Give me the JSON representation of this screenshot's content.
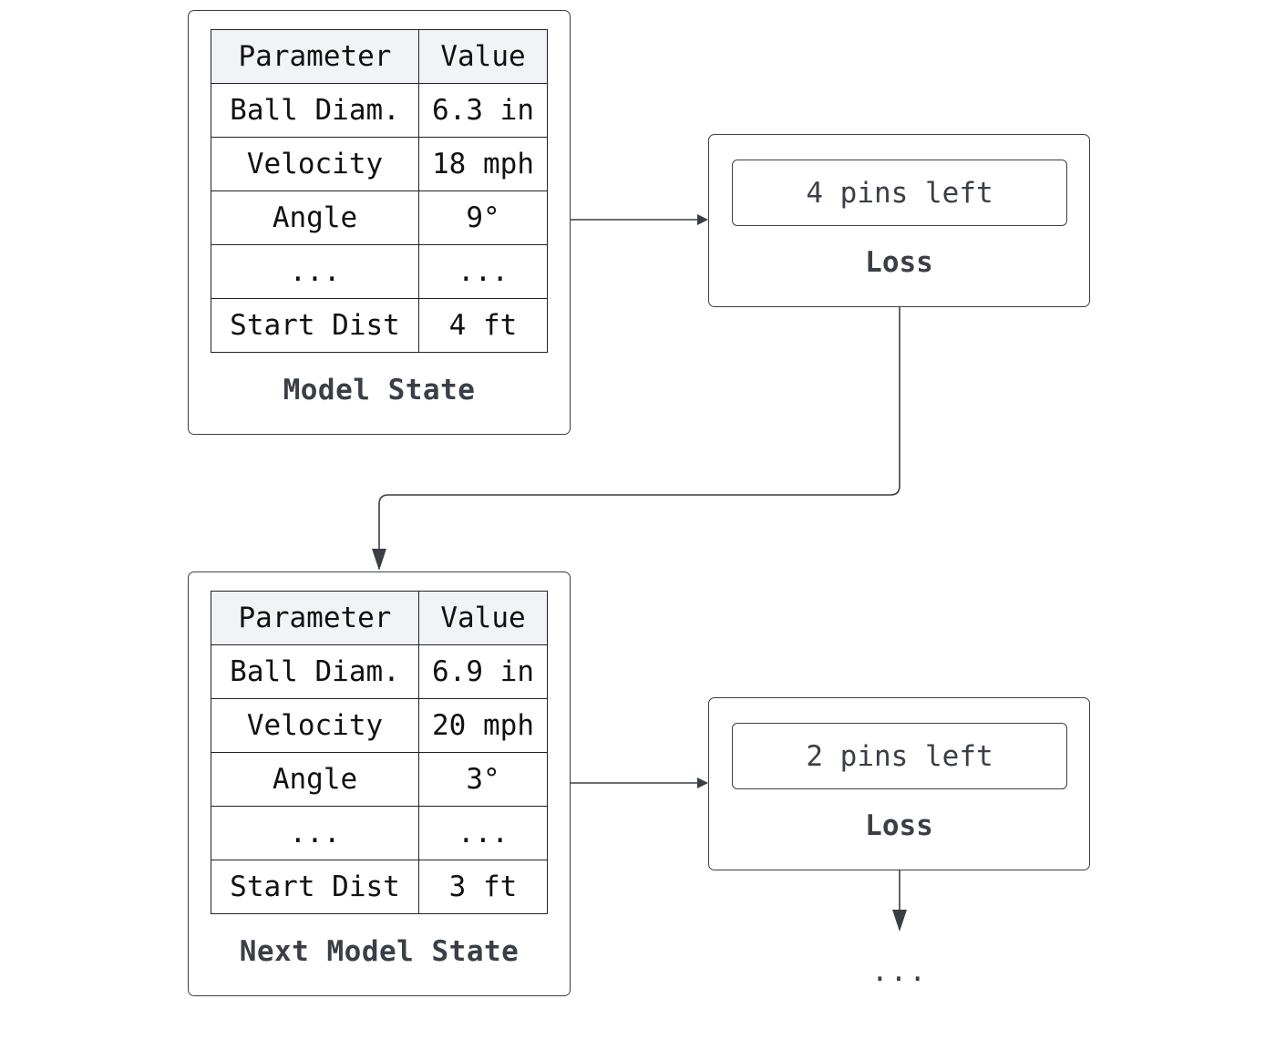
{
  "model_state": {
    "title": "Model State",
    "headers": [
      "Parameter",
      "Value"
    ],
    "rows": [
      [
        "Ball Diam.",
        "6.3 in"
      ],
      [
        "Velocity",
        "18 mph"
      ],
      [
        "Angle",
        "9°"
      ],
      [
        "...",
        "..."
      ],
      [
        "Start Dist",
        "4 ft"
      ]
    ]
  },
  "loss_1": {
    "value": "4 pins left",
    "label": "Loss"
  },
  "next_model_state": {
    "title": "Next Model State",
    "headers": [
      "Parameter",
      "Value"
    ],
    "rows": [
      [
        "Ball Diam.",
        "6.9 in"
      ],
      [
        "Velocity",
        "20 mph"
      ],
      [
        "Angle",
        "3°"
      ],
      [
        "...",
        "..."
      ],
      [
        "Start Dist",
        "3 ft"
      ]
    ]
  },
  "loss_2": {
    "value": "2 pins left",
    "label": "Loss"
  },
  "continuation": "...",
  "colors": {
    "stroke": "#3a3f47",
    "header_fill": "#f1f3f6"
  }
}
